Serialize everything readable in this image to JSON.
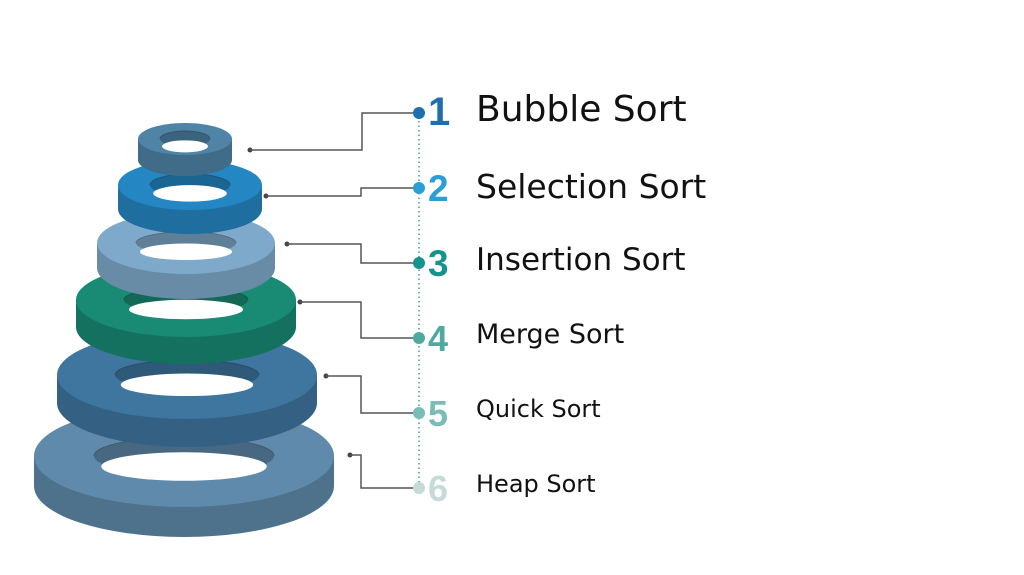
{
  "items": [
    {
      "number": "1",
      "label": "Bubble Sort",
      "color": "#1f6fae"
    },
    {
      "number": "2",
      "label": "Selection Sort",
      "color": "#2a9fd6"
    },
    {
      "number": "3",
      "label": "Insertion Sort",
      "color": "#15938c"
    },
    {
      "number": "4",
      "label": "Merge Sort",
      "color": "#4fa9a0"
    },
    {
      "number": "5",
      "label": "Quick Sort",
      "color": "#79bdb7"
    },
    {
      "number": "6",
      "label": "Heap Sort",
      "color": "#c4dbd8"
    }
  ],
  "rings": [
    {
      "color": "#4f84a7"
    },
    {
      "color": "#2486c2"
    },
    {
      "color": "#7fa9cb"
    },
    {
      "color": "#198a74"
    },
    {
      "color": "#3f76a0"
    },
    {
      "color": "#5f8aab"
    }
  ]
}
